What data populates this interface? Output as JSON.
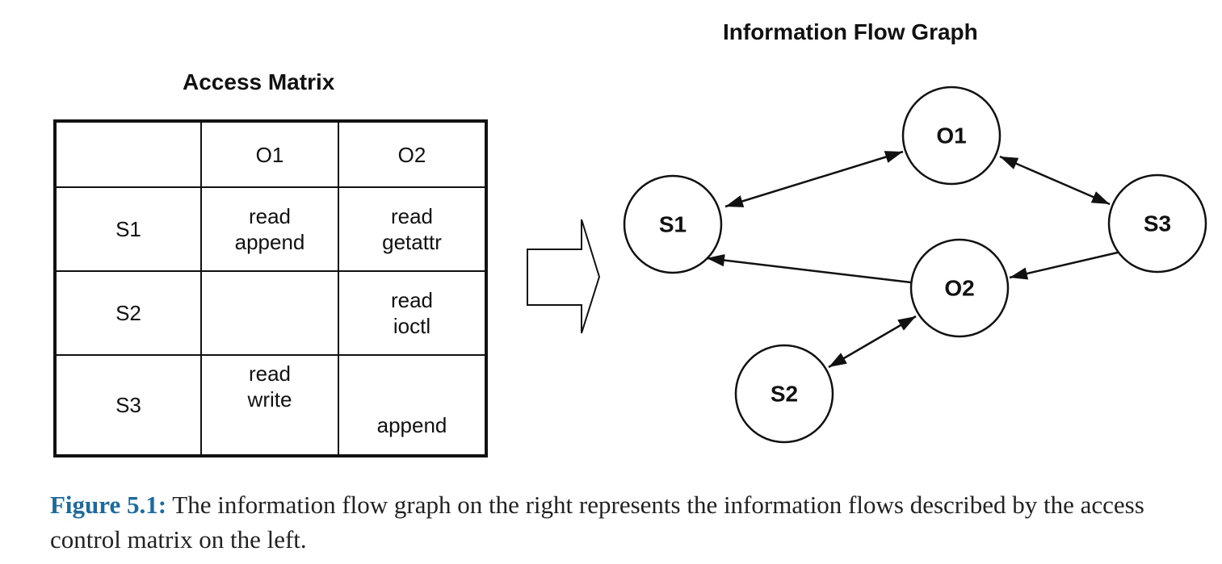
{
  "matrix": {
    "title": "Access Matrix",
    "columns": [
      "",
      "O1",
      "O2"
    ],
    "rows": [
      {
        "subject": "S1",
        "o1": [
          "read",
          "append"
        ],
        "o2": [
          "read",
          "getattr"
        ]
      },
      {
        "subject": "S2",
        "o1": [],
        "o2": [
          "read",
          "ioctl"
        ]
      },
      {
        "subject": "S3",
        "o1": [
          "read",
          "write"
        ],
        "o2": [
          "append"
        ]
      }
    ]
  },
  "graph": {
    "title": "Information Flow Graph",
    "nodes": [
      "S1",
      "O1",
      "S3",
      "O2",
      "S2"
    ],
    "edges": [
      {
        "from": "S1",
        "to": "O1",
        "direction": "both"
      },
      {
        "from": "O1",
        "to": "S3",
        "direction": "both"
      },
      {
        "from": "S3",
        "to": "O2",
        "direction": "forward"
      },
      {
        "from": "O2",
        "to": "S1",
        "direction": "forward"
      },
      {
        "from": "S2",
        "to": "O2",
        "direction": "both"
      }
    ]
  },
  "caption": {
    "label": "Figure 5.1:",
    "text": "The information flow graph on the right represents the information flows described by the access control matrix on the left."
  }
}
